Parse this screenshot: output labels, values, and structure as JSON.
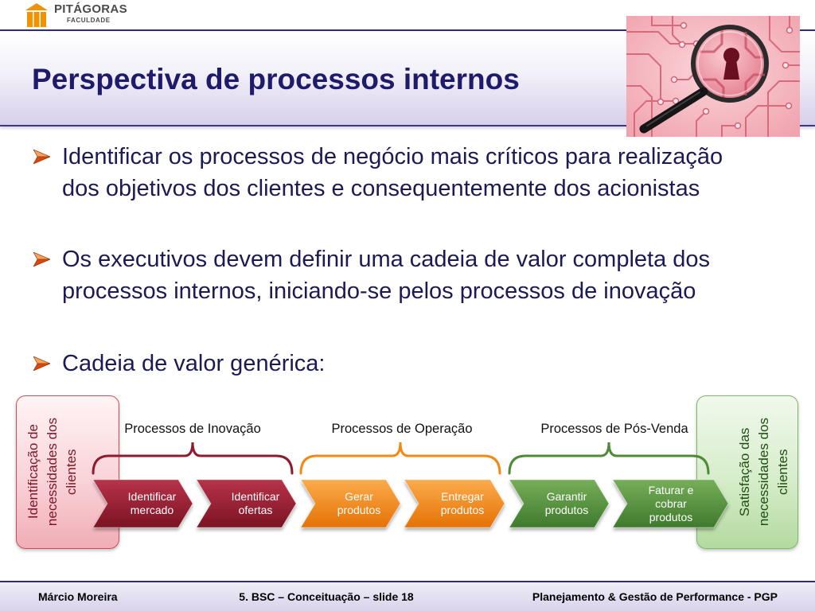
{
  "logo": {
    "name": "PITÁGORAS",
    "subtitle": "FACULDADE"
  },
  "title": "Perspectiva de processos internos",
  "bullets": [
    {
      "lines": [
        "Identificar os processos de negócio mais críticos para realização",
        "dos objetivos dos clientes e consequentemente dos acionistas"
      ]
    },
    {
      "lines": [
        "Os executivos devem definir uma cadeia de valor completa dos",
        "processos internos, iniciando-se pelos processos de inovação"
      ]
    },
    {
      "lines": [
        "Cadeia de valor genérica:"
      ]
    }
  ],
  "value_chain": {
    "start": {
      "lines": [
        "Identificação de",
        "necessidades dos",
        "clientes"
      ]
    },
    "end": {
      "lines": [
        "Satisfação das",
        "necessidades dos",
        "clientes"
      ]
    },
    "groups": [
      {
        "label": "Processos de Inovação",
        "color": "#8e1b2e"
      },
      {
        "label": "Processos de Operação",
        "color": "#f28a12"
      },
      {
        "label": "Processos de Pós-Venda",
        "color": "#4f8a36"
      }
    ],
    "steps": [
      {
        "group": 0,
        "lines": [
          "Identificar",
          "mercado"
        ]
      },
      {
        "group": 0,
        "lines": [
          "Identificar",
          "ofertas"
        ]
      },
      {
        "group": 1,
        "lines": [
          "Gerar",
          "produtos"
        ]
      },
      {
        "group": 1,
        "lines": [
          "Entregar",
          "produtos"
        ]
      },
      {
        "group": 2,
        "lines": [
          "Garantir",
          "produtos"
        ]
      },
      {
        "group": 2,
        "lines": [
          "Faturar e",
          "cobrar",
          "produtos"
        ]
      }
    ]
  },
  "footer": {
    "author": "Márcio Moreira",
    "slide": "5. BSC – Conceituação – slide 18",
    "course": "Planejamento & Gestão de Performance - PGP"
  },
  "colors": {
    "title": "#1e1b6b",
    "body_text": "#1b1a55",
    "accent_line": "#2f2b7a",
    "bullet_arrow": "#e8601a",
    "start_text": "#7d1526",
    "end_text": "#1f4d14",
    "logo_orange": "#f39200"
  }
}
